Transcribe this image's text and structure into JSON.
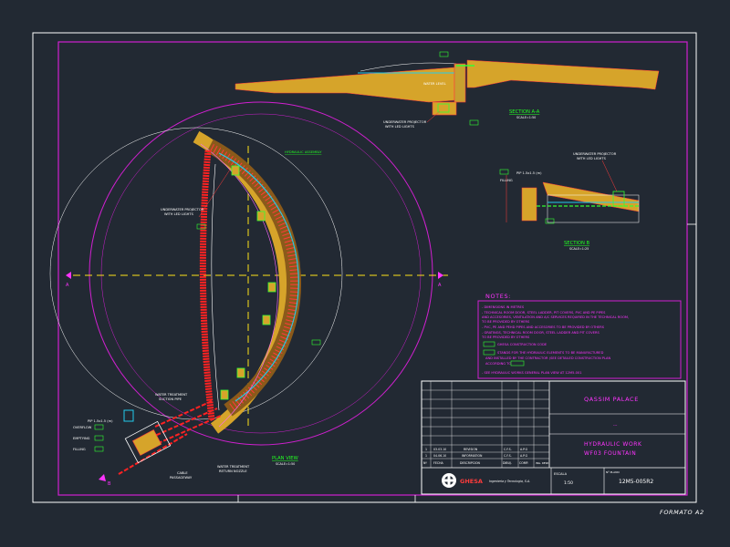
{
  "sheet": {
    "format_label": "FORMATO A2"
  },
  "views": {
    "plan_title": "PLAN VIEW",
    "plan_scale": "SCALE=1:50",
    "section_a_title": "SECTION A-A",
    "section_a_scale": "SCALE=1:50",
    "section_b_title": "SECTION B",
    "section_b_scale": "SCALE=1:25",
    "axis_marker_left": "A",
    "axis_marker_right": "A",
    "axis_marker_bottom": "B"
  },
  "annotations": {
    "plan_hydraulic_assembly": "HYDRAULIC ASSEMBLY",
    "plan_underwater_projector": "UNDERWATER PROJECTOR",
    "plan_projector_sub": "WITH LED LIGHTS",
    "plan_water_suction": "WATER TREATMENT",
    "plan_water_suction_sub": "SUCTION PIPE",
    "plan_water_return": "WATER TREATMENT",
    "plan_water_return_sub": "RETURN NOZZLE",
    "plan_cable_passage": "CABLE",
    "plan_cable_passage_sub": "PASSAGEWAY",
    "plan_pipe_label": "PIP 1.5x1.5 (m)",
    "plan_overflow": "OVERFLOW",
    "plan_emptying": "EMPTYING",
    "plan_filling": "FILLING",
    "sec_a_projector": "UNDERWATER PROJECTOR",
    "sec_a_projector_sub": "WITH LED LIGHTS",
    "sec_a_waterline": "WATER LEVEL",
    "sec_b_pipe": "PIP 1.5x1.5 (m)",
    "sec_b_filling": "FILLING",
    "sec_b_projector": "UNDERWATER PROJECTOR",
    "sec_b_projector_sub": "WITH LED LIGHTS"
  },
  "notes": {
    "title": "NOTES:",
    "items": [
      "- DIMENSIONS IN METRES",
      "- TECHNICAL ROOM DOOR, STEEL LADDER, PIT COVERS, PVC AND PE PIPES",
      "  AND ACCESORIES, VENTILATION AND A/C SERVICES REQUIRED IN THE TECHNICAL ROOM,",
      "  TO BE PROVIDED BY OTHERS",
      "- PVC, PE AND PEHD PIPES AND ACCESORIES TO BE PROVIDED BY OTHERS",
      "- GRATINGS, TECHNICAL ROOM DOOR, STEEL LADDER AND PIT COVERS",
      "  TO BE PROVIDED BY OTHERS"
    ],
    "code_line": "GHESA CONSTRUCTION CODE",
    "stands_line_1": "STANDS FOR THE HYDRAULIC ELEMENTS TO BE MANUFACTURED",
    "stands_line_2": "AND INSTALLED BY THE CONTRACTOR (SEE DETAILED CONSTRUCTION PLAN",
    "stands_line_3": "ACCORDING TO",
    "see_line": "- SEE HYDRAULIC WORKS GENERAL PLAN VIEW AT 12M5-001"
  },
  "title_block": {
    "project": "QASSIM PALACE",
    "subtitle_dashes": "---",
    "drawing_title_1": "HYDRAULIC WORK",
    "drawing_title_2": "WF03 FOUNTAIN",
    "drawing_no_label": "Nº PLANO",
    "drawing_no": "12M5-005R2",
    "scale_label": "ESCALA",
    "scale_value": "1:50",
    "company_logo_text": "GHESA",
    "company_name": "Ingenieria y Tecnologia, S.A.",
    "revisions_header": [
      "Nº",
      "FECHA",
      "DESCRIPCION",
      "DIBUJ.",
      "COMP.",
      "ING. RESP."
    ],
    "revisions": [
      [
        "1",
        "03.03.10",
        "REVISION",
        "C.F.S.",
        "A.P.G",
        ""
      ],
      [
        "1",
        "04.06.10",
        "INFORMATION",
        "C.F.S.",
        "A.P.G",
        ""
      ]
    ]
  }
}
